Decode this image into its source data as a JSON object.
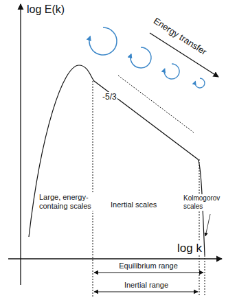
{
  "diagram": {
    "labels": [
      "log E(k)",
      "Energy transfer",
      "-5/3",
      "Large, energy-containg scales",
      "Inertial scales",
      "Kolmogorov scales",
      "log k",
      "Equilibrium range",
      "Inertial range"
    ]
  }
}
